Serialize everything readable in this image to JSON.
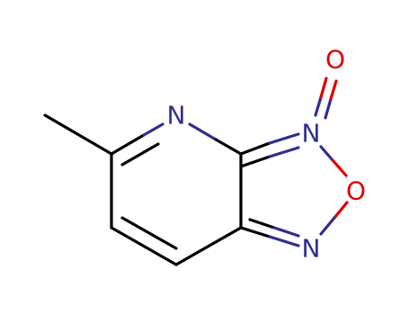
{
  "molecule": {
    "atoms": {
      "n_pyridine": "N",
      "n_oxide": "N",
      "o_ring": "O",
      "n_bottom": "N",
      "o_exo": "O"
    },
    "colors": {
      "bond": "#000000",
      "nitrogen": "#2f2f8f",
      "oxygen": "#e00000"
    }
  }
}
